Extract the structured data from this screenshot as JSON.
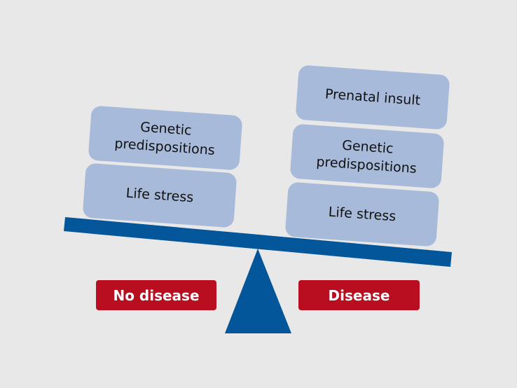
{
  "colors": {
    "background": "#e8e8e8",
    "block": "#a8bad9",
    "beam": "#04569b",
    "label": "#b90e20",
    "label_text": "#ffffff"
  },
  "left_side": {
    "blocks": [
      {
        "text": "Genetic\npredispositions"
      },
      {
        "text": "Life stress"
      }
    ],
    "outcome": "No disease"
  },
  "right_side": {
    "blocks": [
      {
        "text": "Prenatal insult"
      },
      {
        "text": "Genetic\npredispositions"
      },
      {
        "text": "Life stress"
      }
    ],
    "outcome": "Disease"
  }
}
